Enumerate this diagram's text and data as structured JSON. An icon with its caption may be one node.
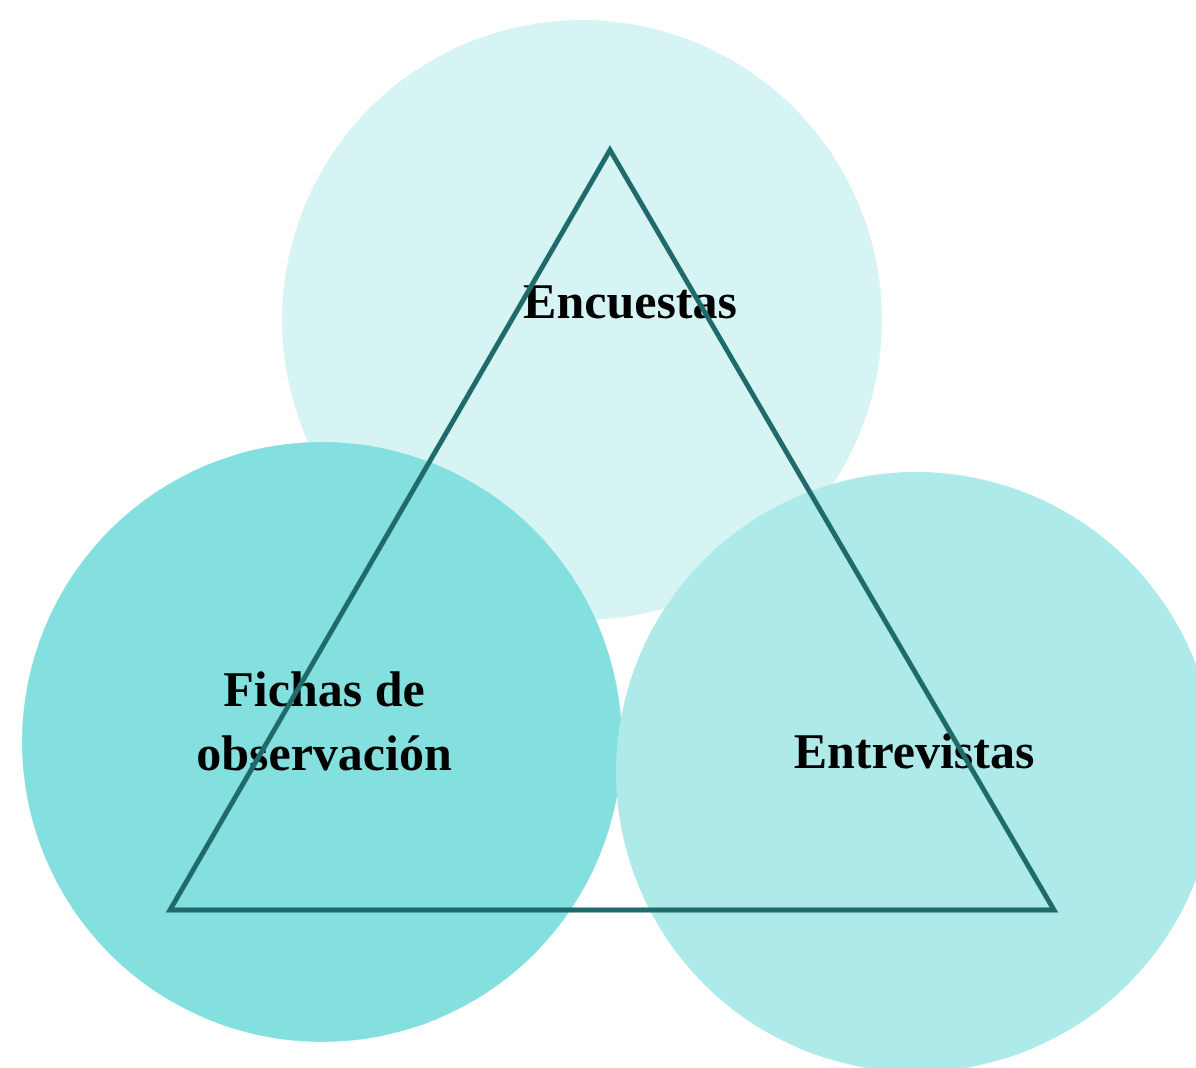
{
  "diagram": {
    "nodes": [
      {
        "text": [
          "Encuestas"
        ]
      },
      {
        "text": [
          "Fichas de observación"
        ]
      },
      {
        "text": [
          "Entrevistas"
        ]
      }
    ]
  }
}
